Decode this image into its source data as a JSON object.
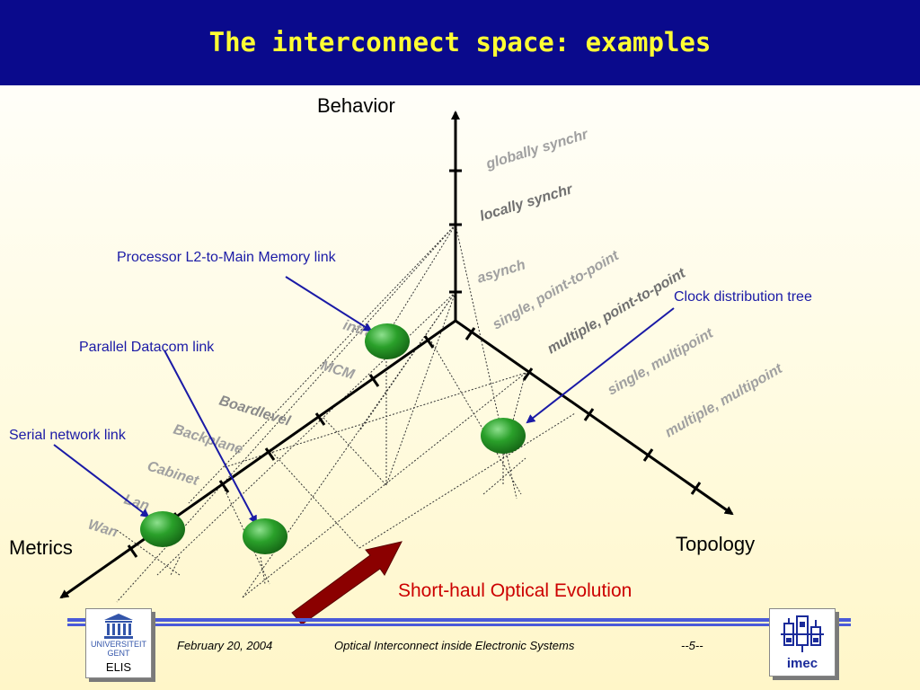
{
  "slide": {
    "title": "The interconnect space: examples"
  },
  "axes": {
    "behavior": "Behavior",
    "metrics": "Metrics",
    "topology": "Topology"
  },
  "behavior_levels": [
    "globally synchr",
    "locally synchr",
    "asynch"
  ],
  "topology_levels": [
    "single, point-to-point",
    "multiple, point-to-point",
    "single, multipoint",
    "multiple, multipoint"
  ],
  "metrics_levels": [
    "intra-chip",
    "MCM",
    "Boardlevel",
    "Backplane",
    "Cabinet",
    "Lan",
    "Wan"
  ],
  "callouts": {
    "processor": "Processor L2-to-Main Memory link",
    "clock": "Clock distribution tree",
    "datacom": "Parallel Datacom link",
    "serial": "Serial network link"
  },
  "evolution": "Short-haul Optical Evolution",
  "footer": {
    "date": "February 20, 2004",
    "center": "Optical Interconnect inside Electronic Systems",
    "page": "--5--"
  },
  "logos": {
    "left_line1": "UNIVERSITEIT",
    "left_line2": "GENT",
    "left_line3": "ELIS",
    "right": "imec"
  },
  "colors": {
    "header_bg": "#0a0a8c",
    "title": "#ffff33",
    "callout": "#1a1aa6",
    "evolution": "#cc0000",
    "ball": "#2aa02a",
    "arrow": "#8b0000"
  }
}
